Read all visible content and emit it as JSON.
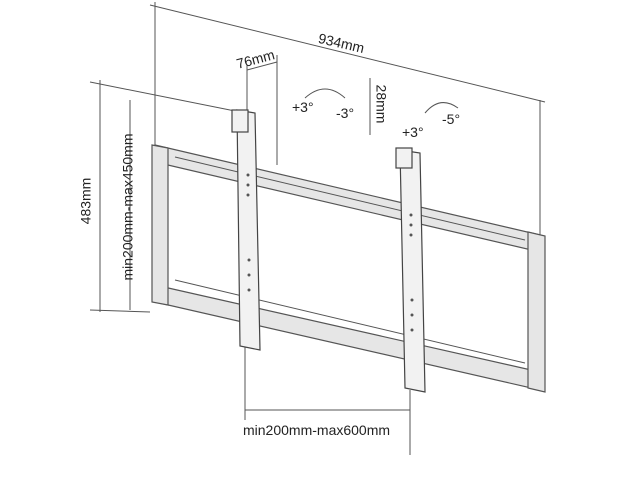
{
  "dimensions": {
    "overall_width": "934mm",
    "arm_offset": "76mm",
    "overall_height": "483mm",
    "vertical_range": "min200mm-max450mm",
    "horizontal_range": "min200mm-max600mm",
    "lift": "28mm"
  },
  "tilt": {
    "left_plus": "+3°",
    "left_minus": "-3°",
    "right_plus": "+3°",
    "right_minus": "-5°"
  },
  "colors": {
    "line": "#555555",
    "metal": "#e6e6e6"
  }
}
